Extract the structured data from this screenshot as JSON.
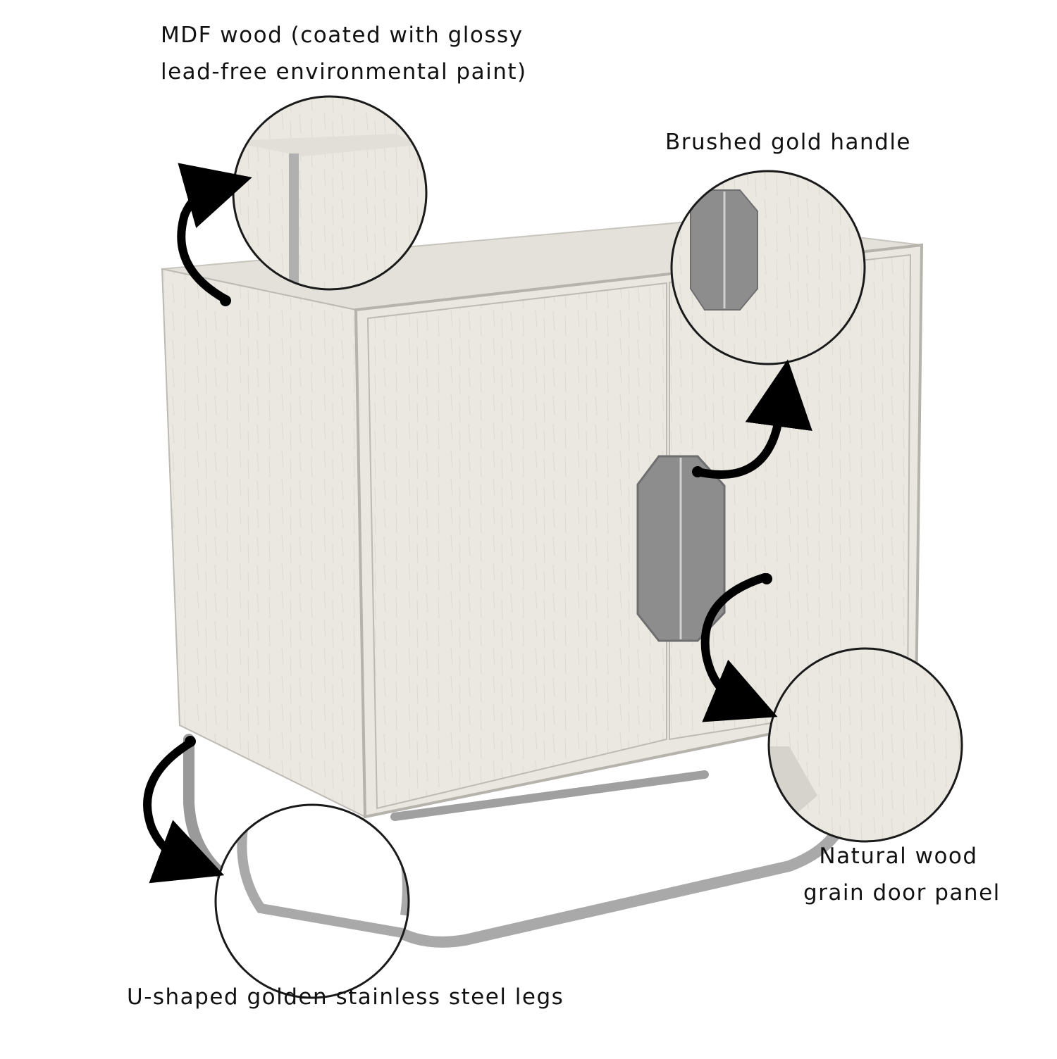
{
  "labels": {
    "mdf_line1": "MDF wood (coated with glossy",
    "mdf_line2": "lead-free environmental paint)",
    "handle": "Brushed gold handle",
    "panel_line1": "Natural wood",
    "panel_line2": "grain door panel",
    "legs": "U-shaped golden stainless steel legs"
  },
  "colors": {
    "wood": "#ebe8e2",
    "wood_shade": "#dcd8d0",
    "metal": "#a9a9a9",
    "metal_dark": "#808080",
    "arrow": "#000000",
    "outline": "#1a1a1a"
  },
  "icons": [
    "curved-arrow-icon",
    "callout-dot-icon"
  ]
}
